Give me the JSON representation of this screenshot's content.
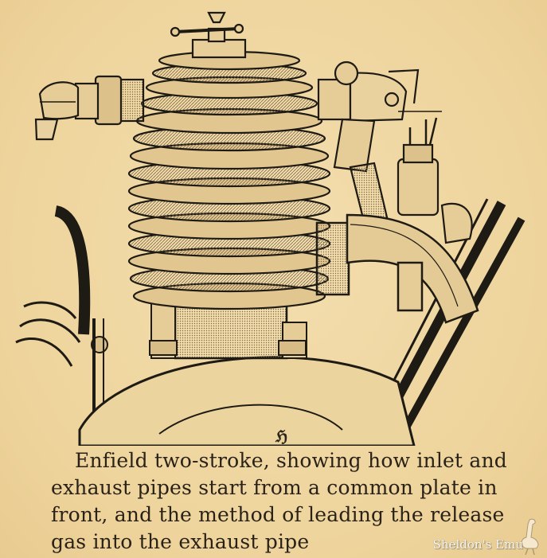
{
  "caption": {
    "line1": "Enfield two-stroke, showing how inlet and",
    "line2": "exhaust pipes start from a common plate in",
    "line3": "front, and the method of leading the release",
    "line4": "gas into the exhaust pipe"
  },
  "monogram": "ℌ",
  "watermark": "Sheldon's Emu",
  "colors": {
    "paper": "#f0d9a6",
    "ink": "#2a2218",
    "watermark": "#ffffff"
  },
  "icons": {
    "illustration": "engine-cylinder-illustration",
    "logo": "emu-icon"
  }
}
